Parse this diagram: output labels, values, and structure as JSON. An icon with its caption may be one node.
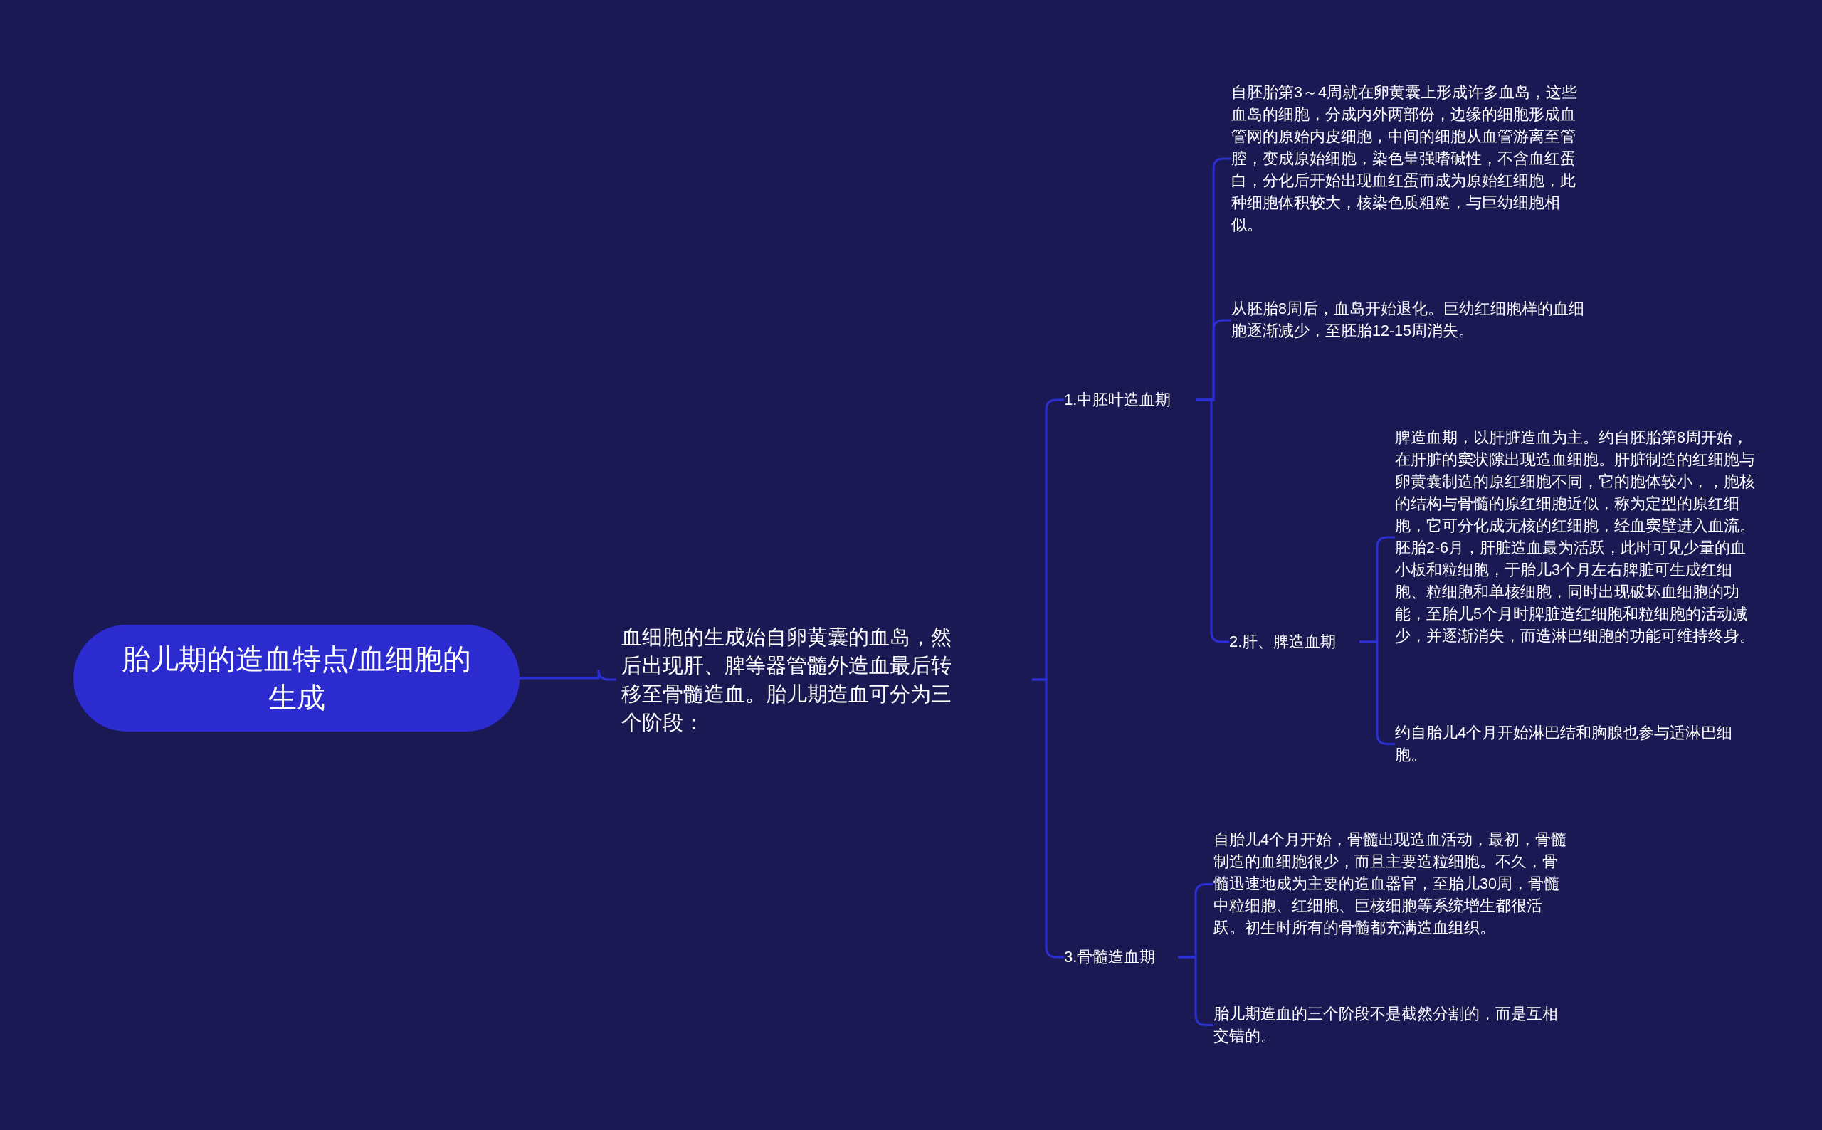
{
  "diagram": {
    "nodes": [
      {
        "text": [
          "胎儿期的造血特点/血细胞的生成"
        ]
      },
      {
        "text": [
          "血细胞的生成始自卵黄囊的血岛，然后出现肝、脾等器管髓外造血最后转移至骨髓造血。胎儿期造血可分为三个阶段："
        ]
      },
      {
        "text": [
          "1.中胚叶造血期"
        ]
      },
      {
        "text": [
          "自胚胎第3～4周就在卵黄囊上形成许多血岛，这些血岛的细胞，分成内外两部份，边缘的细胞形成血管网的原始内皮细胞，中间的细胞从血管游离至管腔，变成原始细胞，染色呈强嗜碱性，不含血红蛋白，分化后开始出现血红蛋而成为原始红细胞，此种细胞体积较大，核染色质粗糙，与巨幼细胞相似。"
        ]
      },
      {
        "text": [
          "从胚胎8周后，血岛开始退化。巨幼红细胞样的血细胞逐渐减少，至胚胎12-15周消失。"
        ]
      },
      {
        "text": [
          "2.肝、脾造血期"
        ]
      },
      {
        "text": [
          "脾造血期，以肝脏造血为主。约自胚胎第8周开始，在肝脏的窦状隙出现造血细胞。肝脏制造的红细胞与卵黄囊制造的原红细胞不同，它的胞体较小，，胞核的结构与骨髓的原红细胞近似，称为定型的原红细胞，它可分化成无核的红细胞，经血窦壁进入血流。胚胎2-6月，肝脏造血最为活跃，此时可见少量的血小板和粒细胞，于胎儿3个月左右脾脏可生成红细胞、粒细胞和单核细胞，同时出现破坏血细胞的功能，至胎儿5个月时脾脏造红细胞和粒细胞的活动减少，并逐渐消失，而造淋巴细胞的功能可维持终身。"
        ]
      },
      {
        "text": [
          "约自胎儿4个月开始淋巴结和胸腺也参与适淋巴细胞。"
        ]
      },
      {
        "text": [
          "3.骨髓造血期"
        ]
      },
      {
        "text": [
          "自胎儿4个月开始，骨髓出现造血活动，最初，骨髓制造的血细胞很少，而且主要造粒细胞。不久，骨髓迅速地成为主要的造血器官，至胎儿30周，骨髓中粒细胞、红细胞、巨核细胞等系统增生都很活跃。初生时所有的骨髓都充满造血组织。"
        ]
      },
      {
        "text": [
          "胎儿期造血的三个阶段不是截然分割的，而是互相交错的。"
        ]
      }
    ],
    "edges": [
      {
        "from": 0,
        "to": 1,
        "arrow": "none"
      },
      {
        "from": 1,
        "to": 2,
        "arrow": "none"
      },
      {
        "from": 1,
        "to": 8,
        "arrow": "none"
      },
      {
        "from": 2,
        "to": 3,
        "arrow": "none"
      },
      {
        "from": 2,
        "to": 4,
        "arrow": "none"
      },
      {
        "from": 2,
        "to": 5,
        "arrow": "none"
      },
      {
        "from": 5,
        "to": 6,
        "arrow": "none"
      },
      {
        "from": 5,
        "to": 7,
        "arrow": "none"
      },
      {
        "from": 8,
        "to": 9,
        "arrow": "none"
      },
      {
        "from": 8,
        "to": 10,
        "arrow": "none"
      }
    ]
  }
}
